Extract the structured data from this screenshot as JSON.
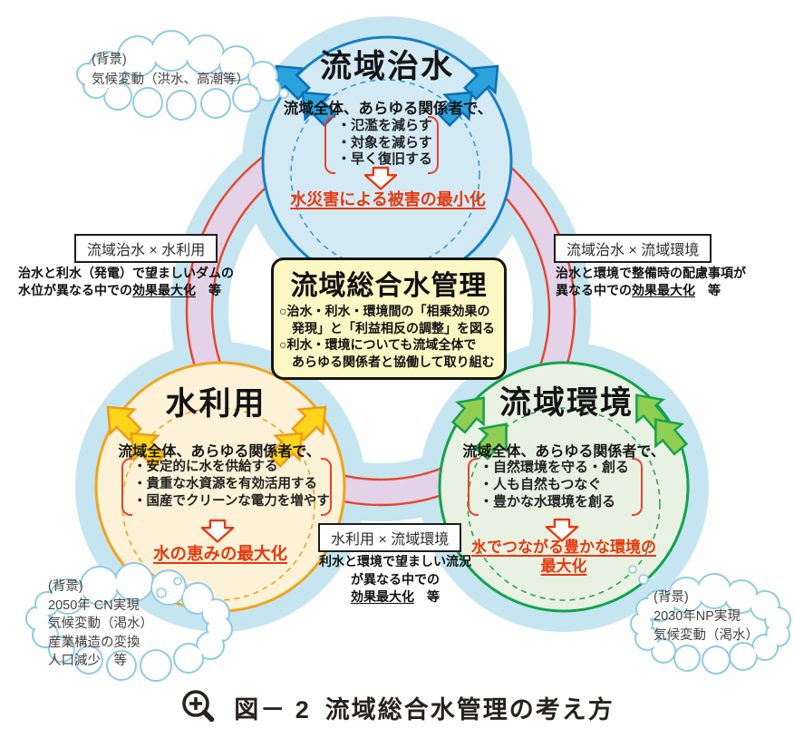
{
  "colors": {
    "halo": "#c5e5f0",
    "ring_fill": "#e4d2e9",
    "ring_border": "#e8432a",
    "flood_fill": "#d3eaf5",
    "flood_border": "#1580c2",
    "use_fill": "#fdf2d7",
    "use_border": "#f0a41e",
    "env_fill": "#e9f2e2",
    "env_border": "#12a24d",
    "accent_red": "#e8380e",
    "center_box_fill": "#fdf7c4"
  },
  "flood_circle": {
    "title": "流域治水",
    "intro": "流域全体、あらゆる関係者で、",
    "bullets": [
      "・氾濫を減らす",
      "・対象を減らす",
      "・早く復旧する"
    ],
    "goal": "水災害による被害の最小化"
  },
  "use_circle": {
    "title": "水利用",
    "intro": "流域全体、あらゆる関係者で、",
    "bullets": [
      "・安定的に水を供給する",
      "・貴重な水資源を有効活用する",
      "・国産でクリーンな電力を増やす"
    ],
    "goal": "水の恵みの最大化"
  },
  "env_circle": {
    "title": "流域環境",
    "intro": "流域全体、あらゆる関係者で、",
    "bullets": [
      "・自然環境を守る・創る",
      "・人も自然もつなぐ",
      "・豊かな水環境を創る"
    ],
    "goal_line1": "水でつながる豊かな環境の",
    "goal_line2": "最大化"
  },
  "center_box": {
    "title": "流域総合水管理",
    "lines": [
      "○治水・利水・環境間の「相乗効果の",
      "　発現」と「利益相反の調整」を図る",
      "○利水・環境についても流域全体で",
      "　あらゆる関係者と協働して取り組む"
    ]
  },
  "pair_flood_use": {
    "label": "流域治水 × 水利用",
    "note_line1": "治水と利水（発電）で望ましいダムの",
    "note_line2_pre": "水位が異なる中での",
    "note_underlined": "効果最大化",
    "note_suffix": "　等"
  },
  "pair_flood_env": {
    "label": "流域治水 × 流域環境",
    "note_line1": "治水と環境で整備時の配慮事項が",
    "note_line2_pre": "異なる中での",
    "note_underlined": "効果最大化",
    "note_suffix": "　等"
  },
  "pair_use_env": {
    "label": "水利用 × 流域環境",
    "note_line1": "利水と環境で望ましい流況",
    "note_line2": "が異なる中での",
    "note_underlined": "効果最大化",
    "note_suffix": "　等"
  },
  "cloud_top_left": {
    "line1": "(背景)",
    "line2": "気候変動（洪水、高潮等）"
  },
  "cloud_bottom_left": {
    "line1": "(背景)",
    "line2": "2050年 CN実現",
    "line3": "気候変動（渇水）",
    "line4": "産業構造の変換",
    "line5": "人口減少　等"
  },
  "cloud_bottom_right": {
    "line1": "(背景)",
    "line2": "2030年NP実現",
    "line3": "気候変動（渇水）"
  },
  "caption": {
    "fig_label": "図－ 2",
    "title": "流域総合水管理の考え方"
  }
}
